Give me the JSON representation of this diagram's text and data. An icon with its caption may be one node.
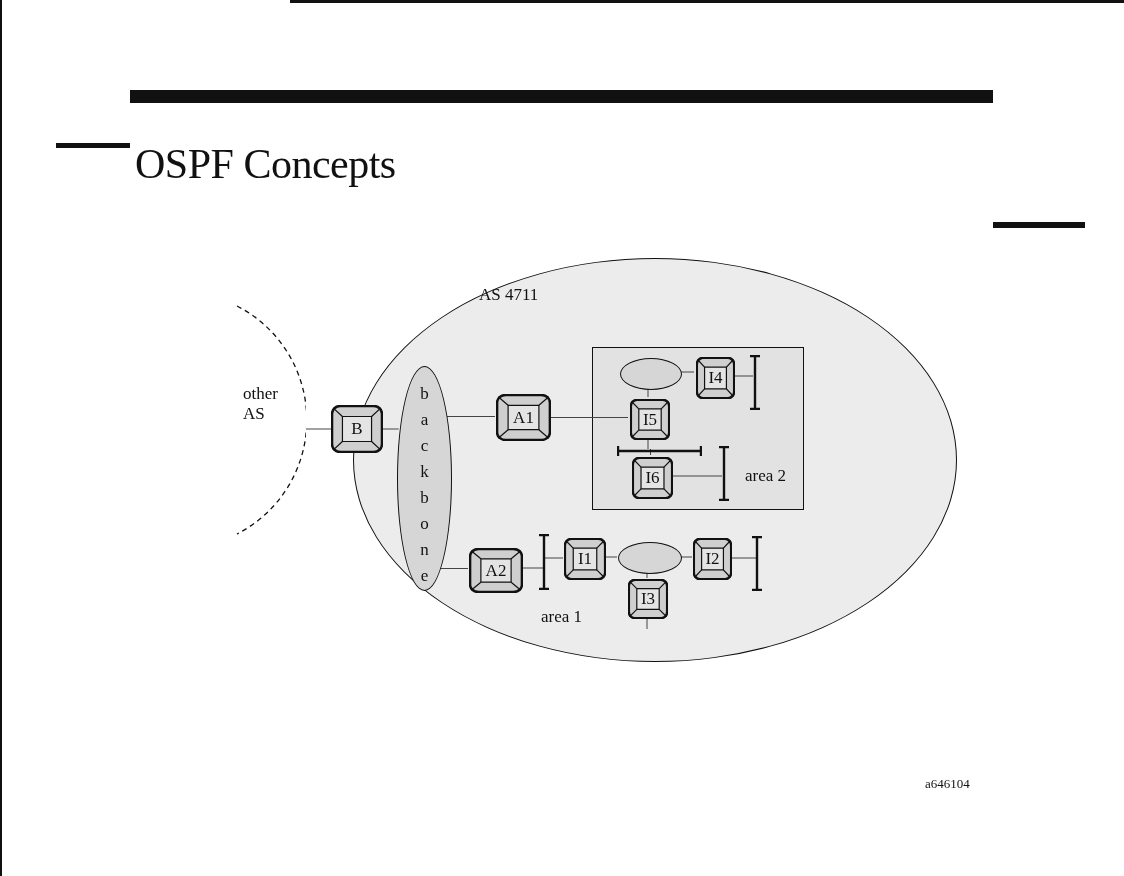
{
  "diagram": {
    "title": "OSPF Concepts",
    "nodes": [
      {
        "text": [
          "other AS"
        ]
      },
      {
        "text": [
          "AS 4711"
        ]
      },
      {
        "text": [
          "backbone"
        ],
        "in": 1
      },
      {
        "text": [
          "B"
        ]
      },
      {
        "text": [
          "A1"
        ],
        "in": 1
      },
      {
        "text": [
          "area 2"
        ],
        "in": 1
      },
      {
        "text": [],
        "shape": "ellipse",
        "in": 5
      },
      {
        "text": [
          "I4"
        ],
        "in": 5
      },
      {
        "text": [],
        "shape": "bar",
        "in": 5
      },
      {
        "text": [
          "I5"
        ],
        "in": 5
      },
      {
        "text": [],
        "shape": "bar",
        "in": 5
      },
      {
        "text": [
          "I6"
        ],
        "in": 5
      },
      {
        "text": [],
        "shape": "bar",
        "in": 5
      },
      {
        "text": [
          "A2"
        ],
        "in": 1
      },
      {
        "text": [],
        "shape": "bar",
        "in": 1
      },
      {
        "text": [
          "I1"
        ],
        "in": 1
      },
      {
        "text": [],
        "shape": "ellipse",
        "in": 1
      },
      {
        "text": [
          "I2"
        ],
        "in": 1
      },
      {
        "text": [],
        "shape": "bar",
        "in": 1
      },
      {
        "text": [
          "I3"
        ],
        "in": 1
      }
    ],
    "edges": [
      {
        "from": 0,
        "to": 3,
        "arrow": "none"
      },
      {
        "from": 3,
        "to": 2,
        "arrow": "none"
      },
      {
        "from": 2,
        "to": 4,
        "arrow": "none"
      },
      {
        "from": 2,
        "to": 13,
        "arrow": "none"
      },
      {
        "from": 4,
        "to": 9,
        "arrow": "none"
      },
      {
        "from": 6,
        "to": 7,
        "arrow": "none"
      },
      {
        "from": 6,
        "to": 9,
        "arrow": "none"
      },
      {
        "from": 7,
        "to": 8,
        "arrow": "none"
      },
      {
        "from": 9,
        "to": 10,
        "arrow": "none"
      },
      {
        "from": 10,
        "to": 11,
        "arrow": "none"
      },
      {
        "from": 11,
        "to": 12,
        "arrow": "none"
      },
      {
        "from": 13,
        "to": 14,
        "arrow": "none"
      },
      {
        "from": 14,
        "to": 15,
        "arrow": "none"
      },
      {
        "from": 15,
        "to": 16,
        "arrow": "none"
      },
      {
        "from": 16,
        "to": 17,
        "arrow": "none"
      },
      {
        "from": 17,
        "to": 18,
        "arrow": "none"
      },
      {
        "from": 16,
        "to": 19,
        "arrow": "none"
      },
      {
        "from": 19,
        "to": null,
        "arrow": "none"
      }
    ],
    "labels": [
      "area 1",
      "a646104"
    ]
  }
}
